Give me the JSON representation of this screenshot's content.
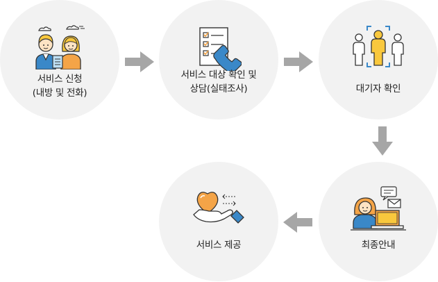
{
  "steps": [
    {
      "label_line1": "서비스 신청",
      "label_line2": "(내방 및 전화)",
      "icon": "users-icon"
    },
    {
      "label_line1": "서비스 대상 확인 및",
      "label_line2": "상담(실태조사)",
      "icon": "checklist-phone-icon"
    },
    {
      "label_line1": "대기자 확인",
      "icon": "waiting-people-icon"
    },
    {
      "label_line1": "최종안내",
      "icon": "counselor-icon"
    },
    {
      "label_line1": "서비스 제공",
      "icon": "heart-hand-icon"
    }
  ],
  "colors": {
    "circle": "#f2f2f2",
    "arrow": "#a6a6a6",
    "accent_orange": "#f4a447",
    "accent_blue": "#3a88c8",
    "accent_yellow": "#f9c83d",
    "outline": "#333333"
  }
}
